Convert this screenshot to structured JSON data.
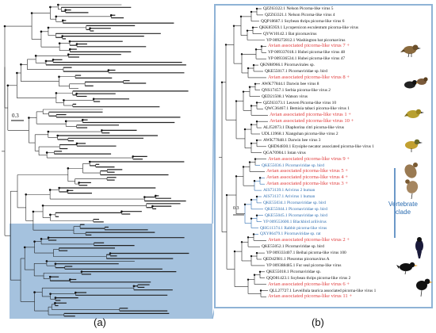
{
  "panel_labels": {
    "a": "(a)",
    "b": "(b)"
  },
  "scale_bars": {
    "a": "0.3",
    "b": "0.3"
  },
  "clade_label": [
    "Vertebrate",
    "clade"
  ],
  "colors": {
    "default": "#111111",
    "red": "#e03a3a",
    "blue": "#2b6cb0",
    "highlight": "#8fb3d6"
  },
  "taxa": [
    {
      "t": "QZZ63322.1 Nelson Picorna-like virus 5",
      "c": "default"
    },
    {
      "t": "QZZ63321.1 Nelson Picorna-like virus 4",
      "c": "default"
    },
    {
      "t": "QQP18687.1 Soybean thrips picorna-like virus 6",
      "c": "default"
    },
    {
      "t": "QKK85959.1 Lycopersicon esculentum picorna-like virus",
      "c": "default"
    },
    {
      "t": "QYW10142.1 Bat picornavirus",
      "c": "default"
    },
    {
      "t": "YP 009272812.1 Washington bat picornavirus",
      "c": "default"
    },
    {
      "t": "Avian associated picorna-like virus 7 +",
      "c": "red"
    },
    {
      "t": "YP 009337018.1 Hubei picorna-like virus 48",
      "c": "default"
    },
    {
      "t": "YP 009336534.1 Hubei picorna-like virus 47",
      "c": "default"
    },
    {
      "t": "QKN88966.1 Picornavirales sp.",
      "c": "default"
    },
    {
      "t": "QKE55017.1 Picornaviridae sp. bird",
      "c": "default"
    },
    {
      "t": "Avian associated picorna-like virus 8 +",
      "c": "red"
    },
    {
      "t": "AWK77844.1 Darwin bee virus 8",
      "c": "default"
    },
    {
      "t": "QNS17457.1 Serbia picorna-like virus 2",
      "c": "default"
    },
    {
      "t": "QED21508.1 Watson virus",
      "c": "default"
    },
    {
      "t": "QZZ63373.1 Leuven Picorna-like virus 10",
      "c": "default"
    },
    {
      "t": "QWC36467.1 Bemisia tabaci picorna-like virus 1",
      "c": "default"
    },
    {
      "t": "Avian associated picorna-like virus 1 +",
      "c": "red"
    },
    {
      "t": "Avian associated picorna-like virus 10 +",
      "c": "red"
    },
    {
      "t": "ALJ52073.1 Diaphorina citri picorna-like virus",
      "c": "default"
    },
    {
      "t": "UDL13968.1 Xiangshan picorna-like virus 2",
      "c": "default"
    },
    {
      "t": "AWK77848.1 Darwin bee virus 3",
      "c": "default"
    },
    {
      "t": "QHD64830.1 Erysiphe necator associated picorna-like virus 1",
      "c": "default"
    },
    {
      "t": "QGA70904.1 Iotan virus",
      "c": "default"
    },
    {
      "t": "Avian associated picorna-like virus 9 +",
      "c": "red"
    },
    {
      "t": "QKE55036.1 Picornaviridae sp. bird",
      "c": "blue"
    },
    {
      "t": "Avian associated picorna-like virus 5 +",
      "c": "red"
    },
    {
      "t": "Avian associated picorna-like virus 4 +",
      "c": "red"
    },
    {
      "t": "Avian associated picorna-like virus 3 +",
      "c": "red"
    },
    {
      "t": "AIS73139.1 Arivirus 2 human",
      "c": "blue"
    },
    {
      "t": "AIS73137.1 Arivirus 1 human",
      "c": "blue"
    },
    {
      "t": "QKE55034.1 Picornaviridae sp. bird",
      "c": "blue"
    },
    {
      "t": "QKE55044.1 Picornaviridae sp. bird",
      "c": "blue"
    },
    {
      "t": "QKE55045.1 Picornaviridae sp. bird",
      "c": "blue"
    },
    {
      "t": "YP 009553600.1 Blackbird arilivirus",
      "c": "blue"
    },
    {
      "t": "QHG11374.1 Rabbit picorna-like virus",
      "c": "blue"
    },
    {
      "t": "QXY86479.1 Picornaviridae sp. rat",
      "c": "blue"
    },
    {
      "t": "Avian associated picorna-like virus 2 +",
      "c": "red"
    },
    {
      "t": "QKE55052.1 Picornaviridae sp. bird",
      "c": "default"
    },
    {
      "t": "YP 009333407.1 Beihai picorna-like virus 100",
      "c": "default"
    },
    {
      "t": "QED42981.1 Pleurotus picornavirus A",
      "c": "default"
    },
    {
      "t": "YP 009388485.1 Fur seal picorna-like virus",
      "c": "default"
    },
    {
      "t": "QKE55018.1 Picornaviridae sp.",
      "c": "default"
    },
    {
      "t": "QQO81423.1 Soybean thrips picorna-like virus 2",
      "c": "default"
    },
    {
      "t": "Avian associated picorna-like virus 6 +",
      "c": "red"
    },
    {
      "t": "QLL27727.1 Leveillula taurica associated picorna-like virus 1",
      "c": "default"
    },
    {
      "t": "Avian associated picorna-like virus 11 +",
      "c": "red"
    }
  ]
}
